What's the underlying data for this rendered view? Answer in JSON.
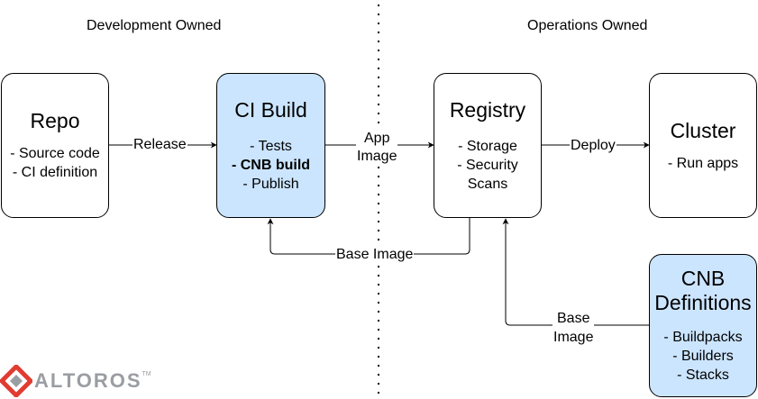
{
  "sections": {
    "development": "Development Owned",
    "operations": "Operations Owned"
  },
  "nodes": {
    "repo": {
      "title": "Repo",
      "items": [
        "- Source code",
        "- CI definition"
      ]
    },
    "ci_build": {
      "title": "CI Build",
      "items": [
        "- Tests",
        "- CNB build",
        "- Publish"
      ]
    },
    "registry": {
      "title": "Registry",
      "items": [
        "- Storage",
        "- Security",
        "Scans"
      ]
    },
    "cluster": {
      "title": "Cluster",
      "items": [
        "- Run apps"
      ]
    },
    "cnb_definitions": {
      "title_line1": "CNB",
      "title_line2": "Definitions",
      "items": [
        "- Buildpacks",
        "- Builders",
        "- Stacks"
      ]
    }
  },
  "edges": {
    "release": "Release",
    "app_image_line1": "App",
    "app_image_line2": "Image",
    "deploy": "Deploy",
    "base_image_top": "Base Image",
    "base_image_bottom_line1": "Base",
    "base_image_bottom_line2": "Image"
  },
  "logo": {
    "text": "ALTOROS",
    "tm": "TM"
  },
  "colors": {
    "highlight_box": "#cce5ff",
    "stroke": "#000000",
    "logo_gray": "#9a9da1",
    "logo_red": "#e03c31"
  }
}
